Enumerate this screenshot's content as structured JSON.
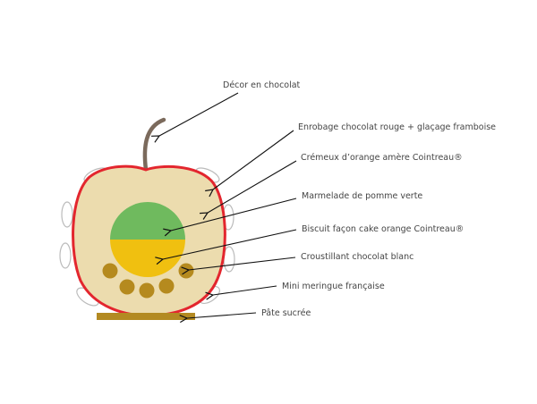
{
  "title": "Apple entremet cross-section",
  "colors": {
    "coating": "#e3262e",
    "cremeux": "#ecdcae",
    "marmelade": "#6fba5e",
    "biscuit": "#f0c010",
    "croustillant": "#b58a1e",
    "pate": "#b38a22",
    "stem": "#7b6a5c"
  },
  "labels": {
    "decor": "Décor en chocolat",
    "enrobage": "Enrobage chocolat rouge + glaçage framboise",
    "cremeux": "Crémeux d’orange amère Cointreau®",
    "marmelade": "Marmelade de pomme verte",
    "biscuit": "Biscuit façon cake orange Cointreau®",
    "croustillant": "Croustillant chocolat blanc",
    "meringue": "Mini meringue française",
    "pate": "Pâte sucrée"
  }
}
